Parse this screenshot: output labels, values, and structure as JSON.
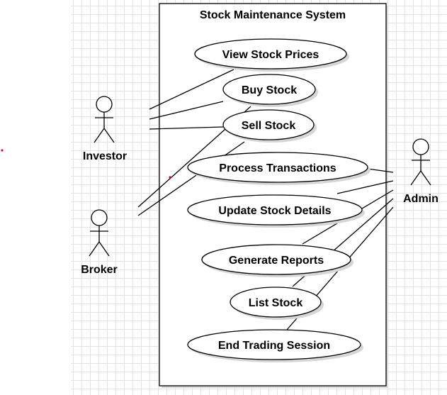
{
  "system": {
    "title": "Stock Maintenance System"
  },
  "actors": [
    {
      "key": "investor",
      "label": "Investor"
    },
    {
      "key": "broker",
      "label": "Broker"
    },
    {
      "key": "admin",
      "label": "Admin"
    }
  ],
  "use_cases": [
    {
      "key": "view-stock-prices",
      "label": "View Stock Prices"
    },
    {
      "key": "buy-stock",
      "label": "Buy Stock"
    },
    {
      "key": "sell-stock",
      "label": "Sell Stock"
    },
    {
      "key": "process-transactions",
      "label": "Process Transactions"
    },
    {
      "key": "update-stock-details",
      "label": "Update Stock Details"
    },
    {
      "key": "generate-reports",
      "label": "Generate Reports"
    },
    {
      "key": "list-stock",
      "label": "List Stock"
    },
    {
      "key": "end-trading-session",
      "label": "End Trading Session"
    }
  ],
  "associations": [
    {
      "actor": "investor",
      "use_case": "view-stock-prices"
    },
    {
      "actor": "investor",
      "use_case": "buy-stock"
    },
    {
      "actor": "investor",
      "use_case": "sell-stock"
    },
    {
      "actor": "broker",
      "use_case": "buy-stock"
    },
    {
      "actor": "broker",
      "use_case": "sell-stock"
    },
    {
      "actor": "admin",
      "use_case": "process-transactions"
    },
    {
      "actor": "admin",
      "use_case": "update-stock-details"
    },
    {
      "actor": "admin",
      "use_case": "generate-reports"
    },
    {
      "actor": "admin",
      "use_case": "list-stock"
    },
    {
      "actor": "admin",
      "use_case": "end-trading-session"
    }
  ],
  "colors": {
    "stroke": "#000000",
    "shadow": "#d6d6d6",
    "marker": "#e0001b"
  }
}
